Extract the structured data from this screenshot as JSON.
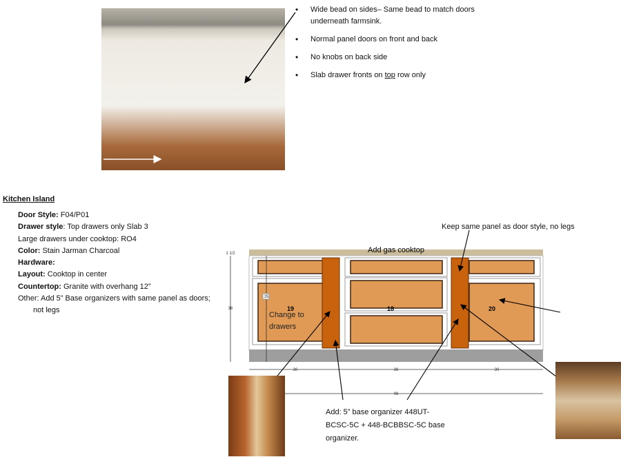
{
  "bullets": [
    "Wide bead on sides– Same bead to match doors underneath farmsink.",
    "Normal panel doors on front and back",
    "No knobs on back side",
    "Slab drawer fronts on ",
    "top",
    " row only"
  ],
  "section_title": "Kitchen Island",
  "spec": {
    "door_label": "Door Style:",
    "door_value": " F04/P01",
    "drawer_label": "Drawer style",
    "drawer_value": ": Top drawers only Slab 3",
    "large_drawers": "Large drawers under cooktop: RO4",
    "color_label": "Color:",
    "color_value": " Stain Jarman Charcoal",
    "hardware_label": "Hardware:",
    "layout_label": "Layout:",
    "layout_value": " Cooktop in center",
    "countertop_label": "Countertop:",
    "countertop_value": " Granite with overhang 12”",
    "other_line1": "Other: Add 5” Base organizers with same panel as doors;",
    "other_line2": "not legs"
  },
  "annotations": {
    "keep_panel": "Keep same panel as door style, no legs",
    "gas_cooktop": "Add gas cooktop",
    "change1": "Change to",
    "change2": "drawers",
    "organizer1": "Add:  5” base organizer 448UT-",
    "organizer2": "BCSC-5C + 448-BCBBSC-5C  base",
    "organizer3": "organizer."
  },
  "drawing": {
    "cab_left": "19",
    "cab_mid": "18",
    "cab_right": "20",
    "dim_top": "1 1/2",
    "dim_height": "36",
    "dim_inner": "35",
    "dim_w_left": "30",
    "dim_w_mid": "36",
    "dim_w_right": "30",
    "dim_total": "96"
  }
}
